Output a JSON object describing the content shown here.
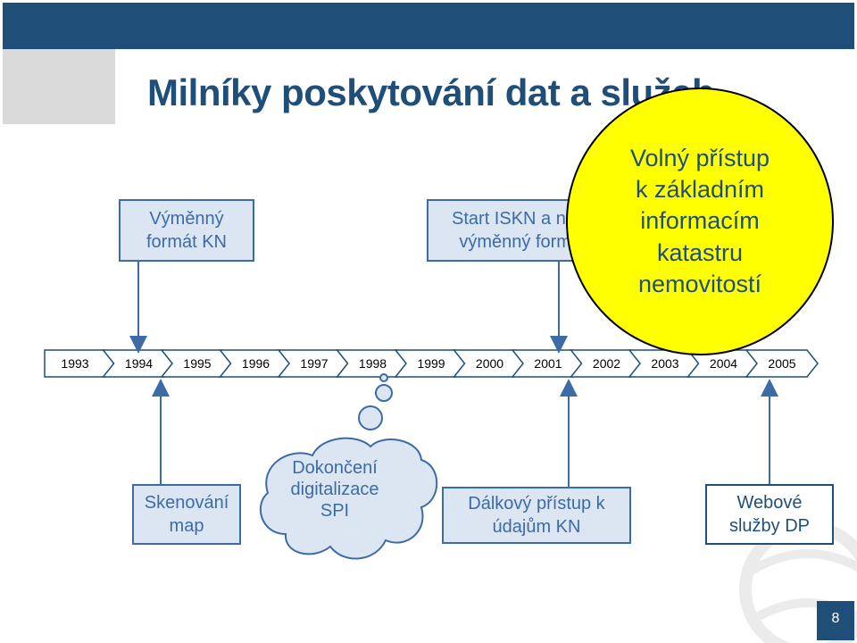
{
  "title": "Milníky poskytování dat a služeb",
  "timeline": {
    "years": [
      "1993",
      "1994",
      "1995",
      "1996",
      "1997",
      "1998",
      "1999",
      "2000",
      "2001",
      "2002",
      "2003",
      "2004",
      "2005"
    ]
  },
  "boxes_top": {
    "vymenny_format": "Výměnný\nformát KN",
    "start_iskn": "Start ISKN  a nový\nvýměnný formát"
  },
  "highlight": "Volný přístup\nk základním\ninformacím\nkatastru\nnemovitostí",
  "boxes_bottom": {
    "skenovani": "Skenování\nmap",
    "dokonceni": "Dokončení\ndigitalizace\nSPI",
    "dalkovy": "Dálkový přístup  k\núdajům KN",
    "webove": "Webové\nslužby DP"
  },
  "page_number": "8",
  "colors": {
    "dark_blue": "#1f4e79",
    "box_fill": "#dce6f2",
    "box_border": "#3c6ba5",
    "highlight": "#ffff00"
  }
}
